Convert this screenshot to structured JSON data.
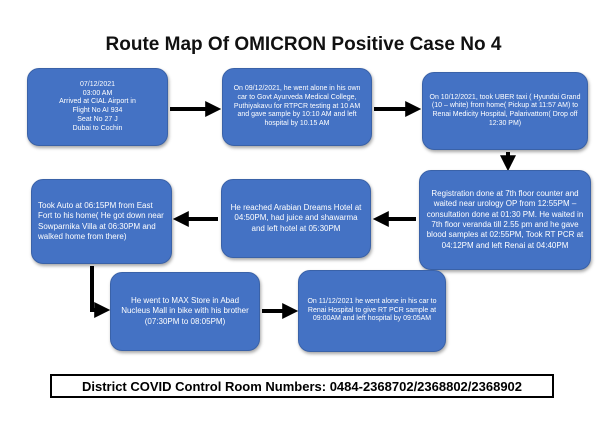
{
  "title": "Route Map Of OMICRON Positive Case No 4",
  "steps": [
    {
      "id": "box1",
      "text": "07/12/2021\n03:00 AM\nArrived at CIAL Airport in\nFlight No AI 934\nSeat No 27 J\nDubai to Cochin"
    },
    {
      "id": "box2",
      "text": "On 09/12/2021, he went alone in his own car to Govt Ayurveda Medical College, Puthiyakavu for RTPCR testing at 10 AM and gave sample by 10:10 AM and left hospital by 10.15 AM"
    },
    {
      "id": "box3",
      "text": "On 10/12/2021, took UBER taxi ( Hyundai Grand (10 – white) from home( Pickup at 11:57 AM) to Renai Medicity Hospital, Palarivattom( Drop off 12:30 PM)"
    },
    {
      "id": "box4",
      "text": "Registration done at 7th floor counter and waited near urology OP from 12:55PM – consultation done at 01:30 PM. He waited in 7th floor veranda till 2.55 pm and he gave blood samples at 02:55PM, Took RT PCR at 04:12PM and left Renai at 04:40PM"
    },
    {
      "id": "box5",
      "text": "He reached Arabian Dreams Hotel at 04:50PM, had juice and shawarma and left hotel at 05:30PM"
    },
    {
      "id": "box6",
      "text": "Took Auto at 06:15PM from East Fort to his home( He got down near Sowparnika Villa at 06:30PM and walked home from there)"
    },
    {
      "id": "box7",
      "text": "He went to MAX Store in Abad Nucleus Mall in bike with his brother (07:30PM to 08:05PM)"
    },
    {
      "id": "box8",
      "text": "On 11/12/2021 he went alone in his car to Renai Hospital to give RT PCR sample at 09:00AM and left hospital by 09:05AM"
    }
  ],
  "footer": "District COVID Control Room Numbers: 0484-2368702/2368802/2368902",
  "colors": {
    "box": "#4472c4",
    "arrow": "#000000"
  }
}
